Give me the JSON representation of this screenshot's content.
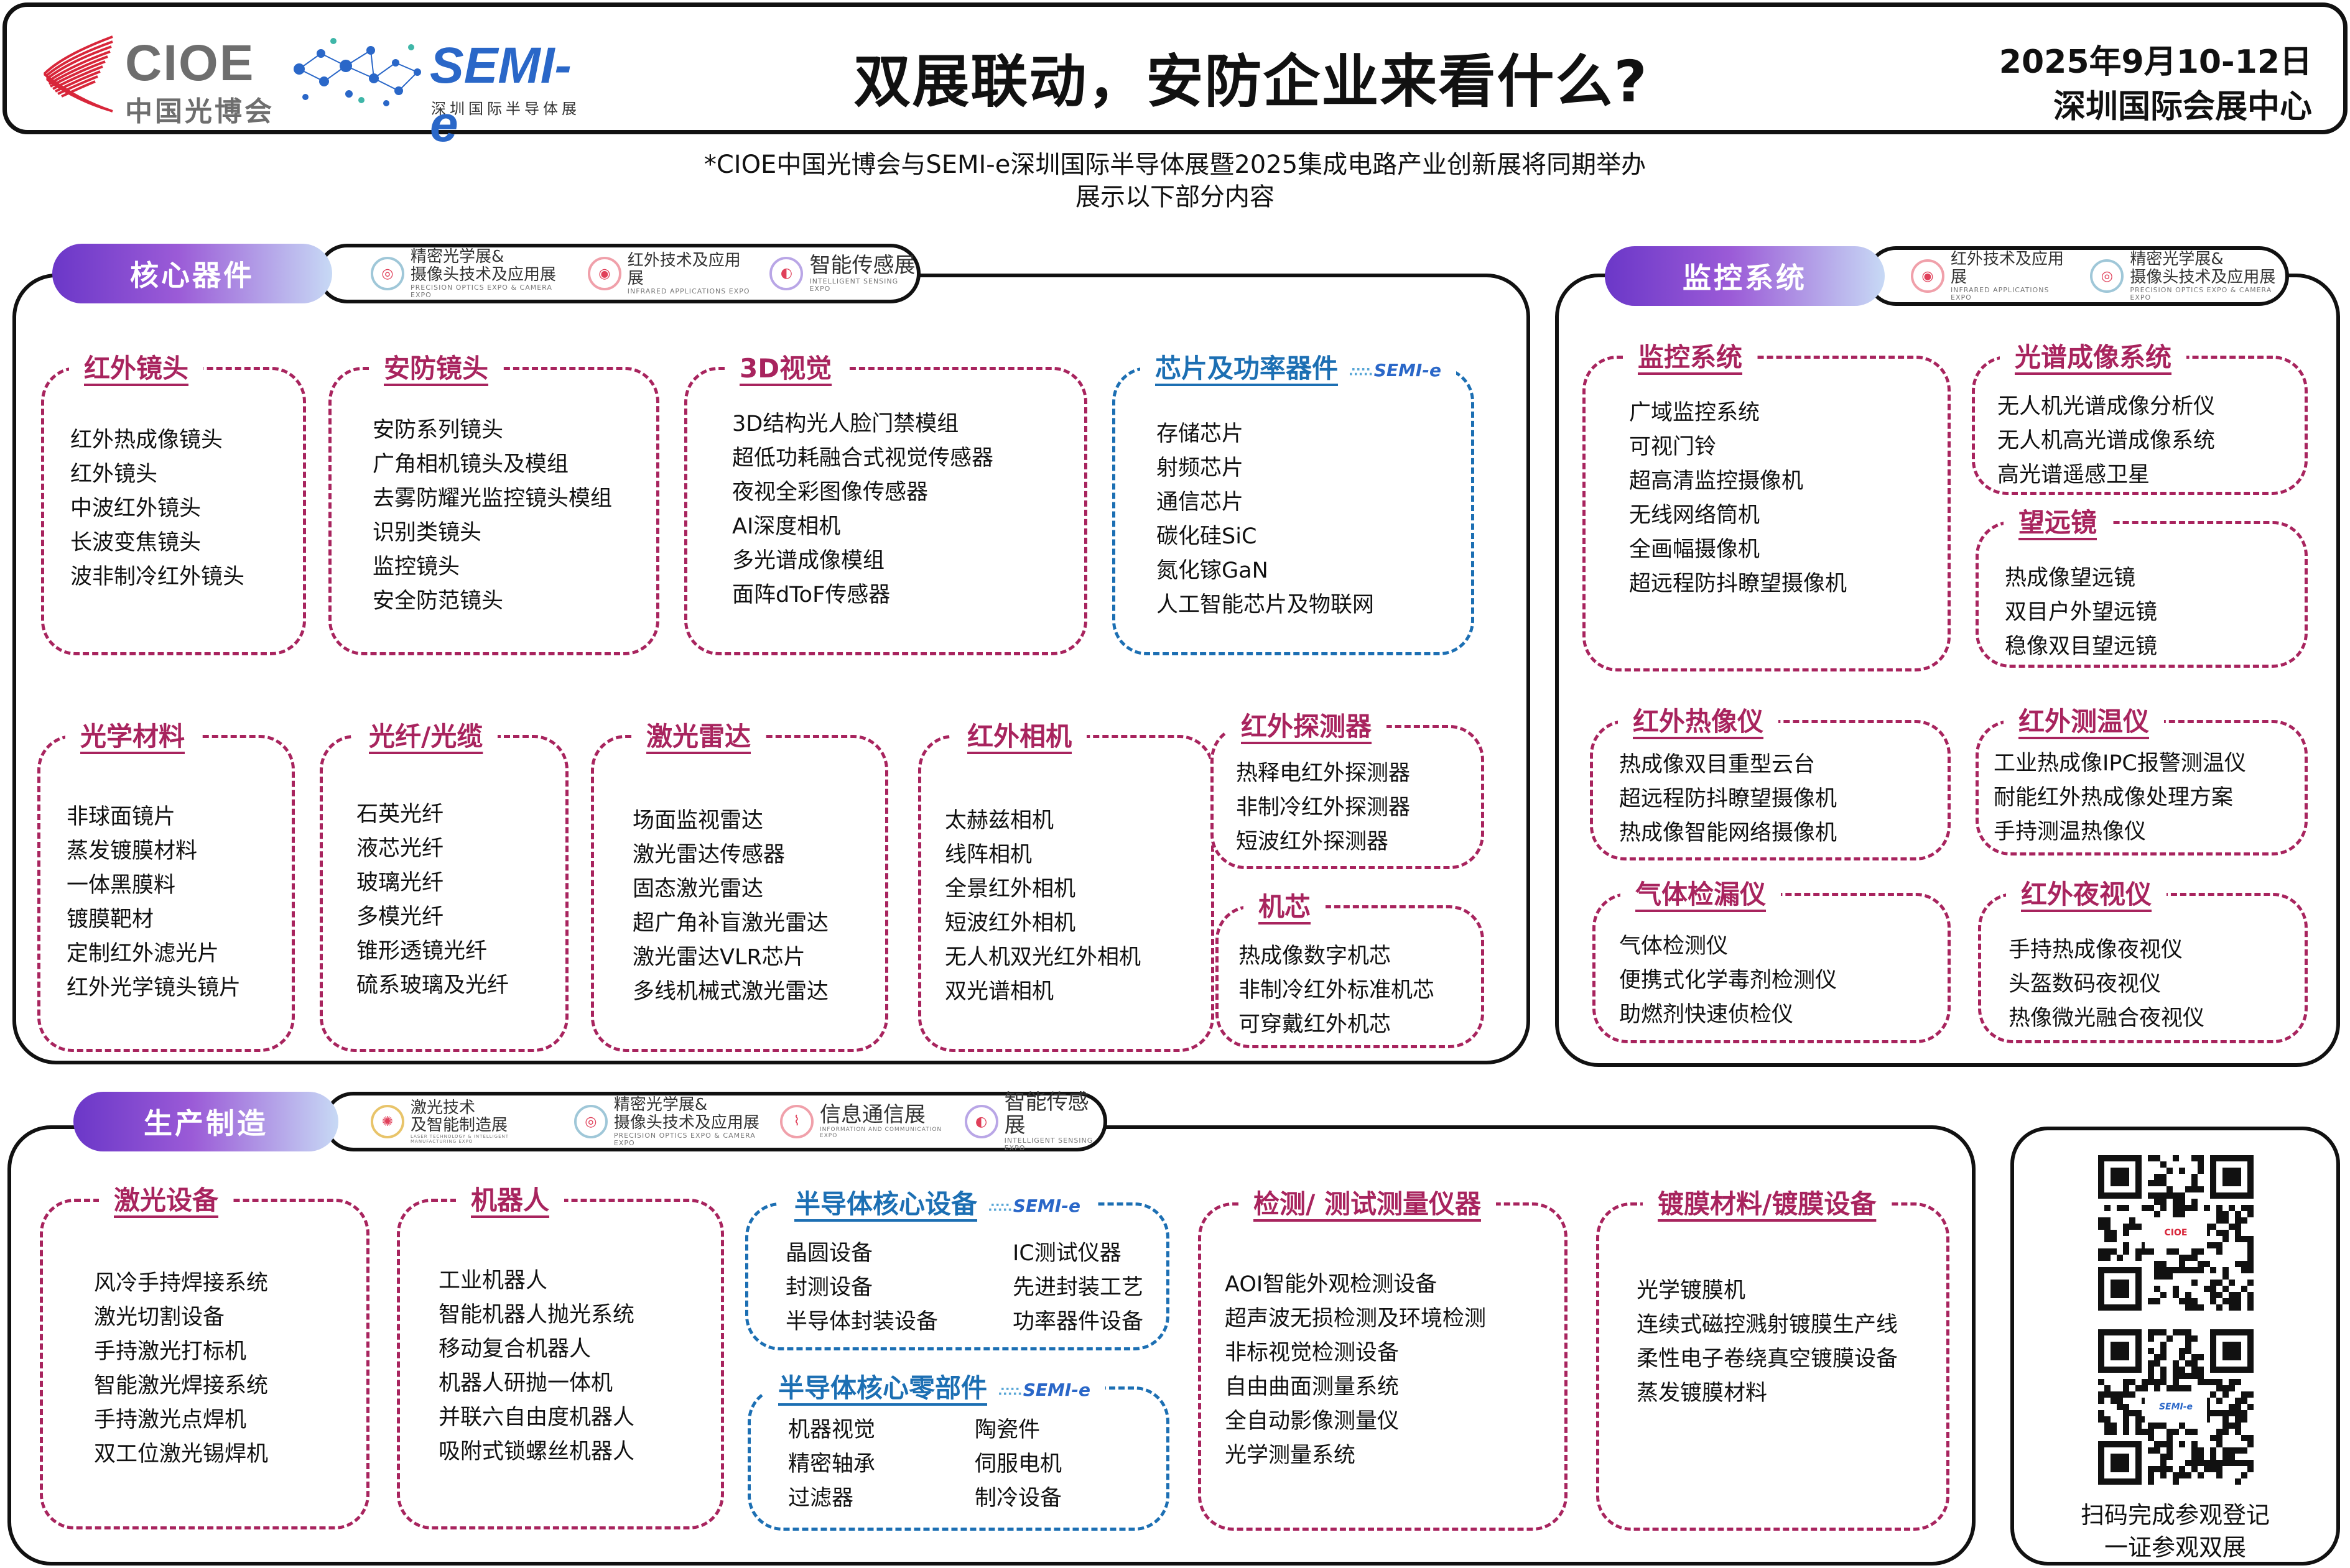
{
  "header": {
    "cioe_name": "CIOE",
    "cioe_cn": "中国光博会",
    "semi_name": "SEMI-e",
    "semi_cn": "深圳国际半导体展",
    "title": "双展联动，安防企业来看什么?",
    "date": "2025年9月10-12日",
    "venue": "深圳国际会展中心"
  },
  "subtitle": {
    "line1": "*CIOE中国光博会与SEMI-e深圳国际半导体展暨2025集成电路产业创新展将同期举办",
    "line2": "展示以下部分内容"
  },
  "semi_badge": "SEMI-e",
  "tags": {
    "precision": {
      "cn1": "精密光学展&",
      "cn2": "摄像头技术及应用展",
      "en": "PRECISION OPTICS EXPO & CAMERA EXPO"
    },
    "infrared": {
      "cn": "红外技术及应用展",
      "en": "INFRARED APPLICATIONS EXPO"
    },
    "sensing": {
      "cn": "智能传感展",
      "en": "INTELLIGENT SENSING EXPO"
    },
    "laser": {
      "cn1": "激光技术",
      "cn2": "及智能制造展",
      "en": "LASER TECHNOLOGY & INTELLIGENT MANUFACTURING EXPO"
    },
    "info": {
      "cn": "信息通信展",
      "en": "INFORMATION AND COMMUNICATION EXPO"
    }
  },
  "core": {
    "title": "核心器件",
    "categories": [
      {
        "title": "红外镜头",
        "items": [
          "红外热成像镜头",
          "红外镜头",
          "中波红外镜头",
          "长波变焦镜头",
          "波非制冷红外镜头"
        ]
      },
      {
        "title": "安防镜头",
        "items": [
          "安防系列镜头",
          "广角相机镜头及模组",
          "去雾防耀光监控镜头模组",
          "识别类镜头",
          "监控镜头",
          "安全防范镜头"
        ]
      },
      {
        "title": "3D视觉",
        "items": [
          "3D结构光人脸门禁模组",
          "超低功耗融合式视觉传感器",
          "夜视全彩图像传感器",
          "AI深度相机",
          "多光谱成像模组",
          "面阵dToF传感器"
        ]
      },
      {
        "title": "芯片及功率器件",
        "items": [
          "存储芯片",
          "射频芯片",
          "通信芯片",
          "碳化硅SiC",
          "氮化镓GaN",
          "人工智能芯片及物联网"
        ]
      },
      {
        "title": "光学材料",
        "items": [
          "非球面镜片",
          "蒸发镀膜材料",
          "一体黑膜料",
          "镀膜靶材",
          "定制红外滤光片",
          "红外光学镜头镜片"
        ]
      },
      {
        "title": "光纤/光缆",
        "items": [
          "石英光纤",
          "液芯光纤",
          "玻璃光纤",
          "多模光纤",
          "锥形透镜光纤",
          "硫系玻璃及光纤"
        ]
      },
      {
        "title": "激光雷达",
        "items": [
          "场面监视雷达",
          "激光雷达传感器",
          "固态激光雷达",
          "超广角补盲激光雷达",
          "激光雷达VLR芯片",
          "多线机械式激光雷达"
        ]
      },
      {
        "title": "红外相机",
        "items": [
          "太赫兹相机",
          "线阵相机",
          "全景红外相机",
          "短波红外相机",
          "无人机双光红外相机",
          "双光谱相机"
        ]
      },
      {
        "title": "红外探测器",
        "items": [
          "热释电红外探测器",
          "非制冷红外探测器",
          "短波红外探测器"
        ]
      },
      {
        "title": "机芯",
        "items": [
          "热成像数字机芯",
          "非制冷红外标准机芯",
          "可穿戴红外机芯"
        ]
      }
    ]
  },
  "monitor": {
    "title": "监控系统",
    "categories": [
      {
        "title": "监控系统",
        "items": [
          "广域监控系统",
          "可视门铃",
          "超高清监控摄像机",
          "无线网络筒机",
          "全画幅摄像机",
          "超远程防抖瞭望摄像机"
        ]
      },
      {
        "title": "光谱成像系统",
        "items": [
          "无人机光谱成像分析仪",
          "无人机高光谱成像系统",
          "高光谱遥感卫星"
        ]
      },
      {
        "title": "望远镜",
        "items": [
          "热成像望远镜",
          "双目户外望远镜",
          "稳像双目望远镜"
        ]
      },
      {
        "title": "红外热像仪",
        "items": [
          "热成像双目重型云台",
          "超远程防抖瞭望摄像机",
          "热成像智能网络摄像机"
        ]
      },
      {
        "title": "红外测温仪",
        "items": [
          "工业热成像IPC报警测温仪",
          "耐能红外热成像处理方案",
          "手持测温热像仪"
        ]
      },
      {
        "title": "气体检漏仪",
        "items": [
          "气体检测仪",
          "便携式化学毒剂检测仪",
          "助燃剂快速侦检仪"
        ]
      },
      {
        "title": "红外夜视仪",
        "items": [
          "手持热成像夜视仪",
          "头盔数码夜视仪",
          "热像微光融合夜视仪"
        ]
      }
    ]
  },
  "manufacturing": {
    "title": "生产制造",
    "categories": [
      {
        "title": "激光设备",
        "items": [
          "风冷手持焊接系统",
          "激光切割设备",
          "手持激光打标机",
          "智能激光焊接系统",
          "手持激光点焊机",
          "双工位激光锡焊机"
        ]
      },
      {
        "title": "机器人",
        "items": [
          "工业机器人",
          "智能机器人抛光系统",
          "移动复合机器人",
          "机器人研抛一体机",
          "并联六自由度机器人",
          "吸附式锁螺丝机器人"
        ]
      },
      {
        "title": "半导体核心设备",
        "items": [
          "晶圆设备",
          "IC测试仪器",
          "封测设备",
          "先进封装工艺",
          "半导体封装设备",
          "功率器件设备"
        ]
      },
      {
        "title": "半导体核心零部件",
        "items": [
          "机器视觉",
          "陶瓷件",
          "精密轴承",
          "伺服电机",
          "过滤器",
          "制冷设备"
        ]
      },
      {
        "title": "检测/ 测试测量仪器",
        "items": [
          "AOI智能外观检测设备",
          "超声波无损检测及环境检测",
          "非标视觉检测设备",
          "自由曲面测量系统",
          "全自动影像测量仪",
          "光学测量系统"
        ]
      },
      {
        "title": "镀膜材料/镀膜设备",
        "items": [
          "光学镀膜机",
          "连续式磁控溅射镀膜生产线",
          "柔性电子卷绕真空镀膜设备",
          "蒸发镀膜材料"
        ]
      }
    ]
  },
  "qr": {
    "badge1": "CIOE",
    "badge2": "SEMI-e",
    "caption1": "扫码完成参观登记",
    "caption2": "一证参观双展"
  },
  "colors": {
    "accent_red": "#a8245e",
    "accent_blue": "#1c6fb3",
    "pill_start": "#6b37c8",
    "pill_end": "#c7d9f5"
  }
}
